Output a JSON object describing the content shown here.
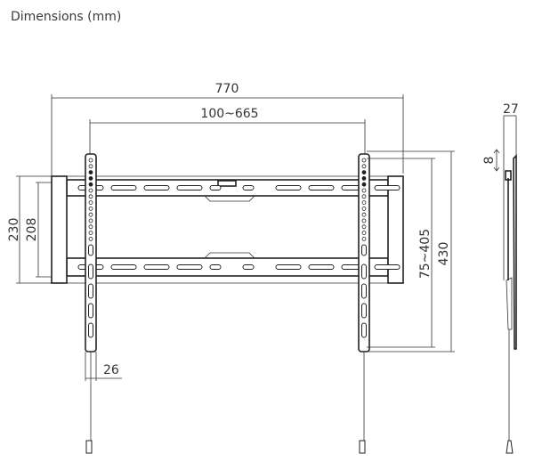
{
  "title": "Dimensions (mm)",
  "dimensions": {
    "overall_width": "770",
    "vesa_width": "100~665",
    "outer_height": "230",
    "inner_height": "208",
    "vesa_height": "75~405",
    "strip_height": "430",
    "strip_width": "26",
    "depth": "27",
    "tilt_adjust": "8"
  }
}
